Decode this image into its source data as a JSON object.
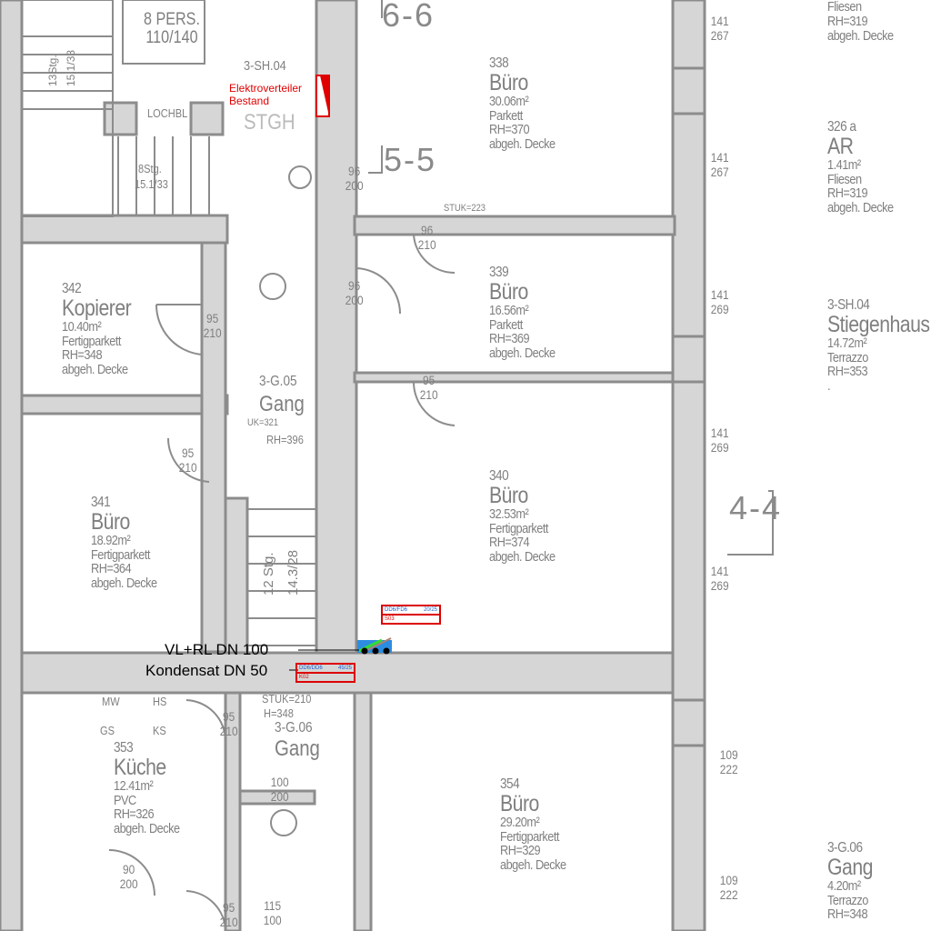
{
  "rooms": [
    {
      "num": "",
      "name": "",
      "area": "",
      "floor": "Fliesen",
      "rh": "RH=319",
      "ceiling": "abgeh. Decke"
    },
    {
      "num": "326 a",
      "name": "AR",
      "area": "1.41m²",
      "floor": "Fliesen",
      "rh": "RH=319",
      "ceiling": "abgeh. Decke"
    },
    {
      "num": "3-SH.04",
      "name": "Stiegenhaus",
      "area": "14.72m²",
      "floor": "Terrazzo",
      "rh": "RH=353",
      "ceiling": "."
    },
    {
      "num": "338",
      "name": "Büro",
      "area": "30.06m²",
      "floor": "Parkett",
      "rh": "RH=370",
      "ceiling": "abgeh. Decke"
    },
    {
      "num": "339",
      "name": "Büro",
      "area": "16.56m²",
      "floor": "Parkett",
      "rh": "RH=369",
      "ceiling": "abgeh. Decke"
    },
    {
      "num": "340",
      "name": "Büro",
      "area": "32.53m²",
      "floor": "Fertigparkett",
      "rh": "RH=374",
      "ceiling": "abgeh. Decke"
    },
    {
      "num": "354",
      "name": "Büro",
      "area": "29.20m²",
      "floor": "Fertigparkett",
      "rh": "RH=329",
      "ceiling": "abgeh. Decke"
    },
    {
      "num": "342",
      "name": "Kopierer",
      "area": "10.40m²",
      "floor": "Fertigparkett",
      "rh": "RH=348",
      "ceiling": "abgeh. Decke"
    },
    {
      "num": "341",
      "name": "Büro",
      "area": "18.92m²",
      "floor": "Fertigparkett",
      "rh": "RH=364",
      "ceiling": "abgeh. Decke"
    },
    {
      "num": "353",
      "name": "Küche",
      "area": "12.41m²",
      "floor": "PVC",
      "rh": "RH=326",
      "ceiling": "abgeh. Decke"
    },
    {
      "num": "3-G.06",
      "name": "Gang",
      "area": "4.20m²",
      "floor": "Terrazzo",
      "rh": "RH=348",
      "ceiling": ""
    }
  ],
  "small_rooms": {
    "stgh_num": "3-SH.04",
    "stgh_name": "STGH",
    "gang05_num": "3-G.05",
    "gang05_name": "Gang",
    "gang05_uk": "UK=321",
    "gang05_rh": "RH=396",
    "gang06_num": "3-G.06",
    "gang06_name": "Gang",
    "gang06_rh": "H=348"
  },
  "lift": {
    "line1": "8 PERS.",
    "line2": "110/140",
    "lochbl": "LOCHBL"
  },
  "stairs": {
    "s1a": "13Stg.",
    "s1b": "15.1/33",
    "s2a": "8Stg.",
    "s2b": "15.1/33",
    "s3a": "12 Stg.",
    "s3b": "14.3/28"
  },
  "sections": [
    "6-6",
    "5-5",
    "4-4"
  ],
  "windows": [
    {
      "a": "141",
      "b": "267"
    },
    {
      "a": "141",
      "b": "267"
    },
    {
      "a": "141",
      "b": "269"
    },
    {
      "a": "141",
      "b": "269"
    },
    {
      "a": "141",
      "b": "269"
    },
    {
      "a": "109",
      "b": "222"
    },
    {
      "a": "109",
      "b": "222"
    }
  ],
  "doors": [
    {
      "a": "96",
      "b": "200"
    },
    {
      "a": "96",
      "b": "200"
    },
    {
      "a": "95",
      "b": "210"
    },
    {
      "a": "95",
      "b": "210"
    },
    {
      "a": "95",
      "b": "210"
    },
    {
      "a": "96",
      "b": "210"
    },
    {
      "a": "95",
      "b": "210"
    },
    {
      "a": "100",
      "b": "200"
    },
    {
      "a": "90",
      "b": "200"
    },
    {
      "a": "95",
      "b": "210"
    },
    {
      "a": "115",
      "b": "100"
    }
  ],
  "misc": {
    "stuk223": "STUK=223",
    "stuk210": "STUK=210",
    "mw": "MW",
    "hs": "HS",
    "gs": "GS",
    "ks": "KS"
  },
  "annotations": {
    "elektro1": "Elektroverteiler",
    "elektro2": "Bestand",
    "vlrl": "VL+RL DN 100",
    "kondensat": "Kondensat DN 50"
  },
  "tags": [
    {
      "code": "DD6/FD6",
      "dim": "20/25",
      "id": "S03"
    },
    {
      "code": "DD6/DD6",
      "dim": "45/25",
      "id": "K02"
    }
  ],
  "colors": {
    "wall": "#d6d6d6",
    "line": "#8c8c8c",
    "text": "#7f7f7f",
    "annotation": "#e00000",
    "tag_blue": "#1a5fd0"
  }
}
